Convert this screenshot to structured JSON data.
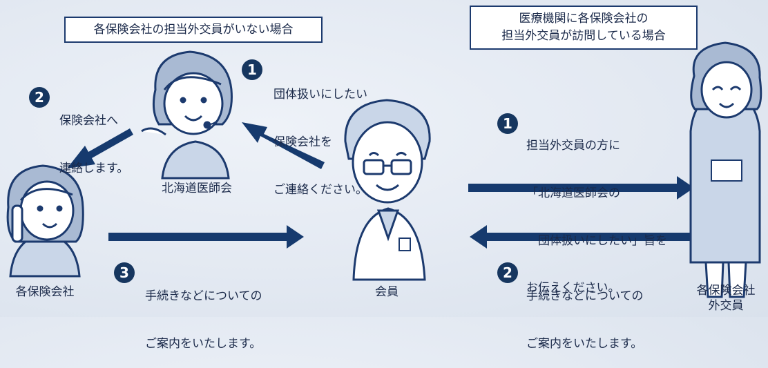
{
  "left_header": "各保険会社の担当外交員がいない場合",
  "right_header": {
    "line1": "医療機関に各保険会社の",
    "line2": "担当外交員が訪問している場合"
  },
  "steps": {
    "left_1": {
      "number": "1",
      "lines": [
        "団体扱いにしたい",
        "保険会社を",
        "ご連絡ください。"
      ]
    },
    "left_2": {
      "number": "2",
      "lines": [
        "保険会社へ",
        "連絡します。"
      ]
    },
    "left_3": {
      "number": "3",
      "lines": [
        "手続きなどについての",
        "ご案内をいたします。"
      ]
    },
    "right_1": {
      "number": "1",
      "lines": [
        "担当外交員の方に",
        "「北海道医師会の",
        "　団体扱いにしたい」旨を",
        "お伝えください。"
      ]
    },
    "right_2": {
      "number": "2",
      "lines": [
        "手続きなどについての",
        "ご案内をいたします。"
      ]
    }
  },
  "labels": {
    "association": "北海道医師会",
    "insurance_company": "各保険会社",
    "member": "会員",
    "agent_line1": "各保険会社",
    "agent_line2": "外交員"
  },
  "colors": {
    "navy": "#16365f",
    "arrow": "#163a6e",
    "figure_fill": "#c9d6e8",
    "figure_stroke": "#1c3a6e"
  }
}
